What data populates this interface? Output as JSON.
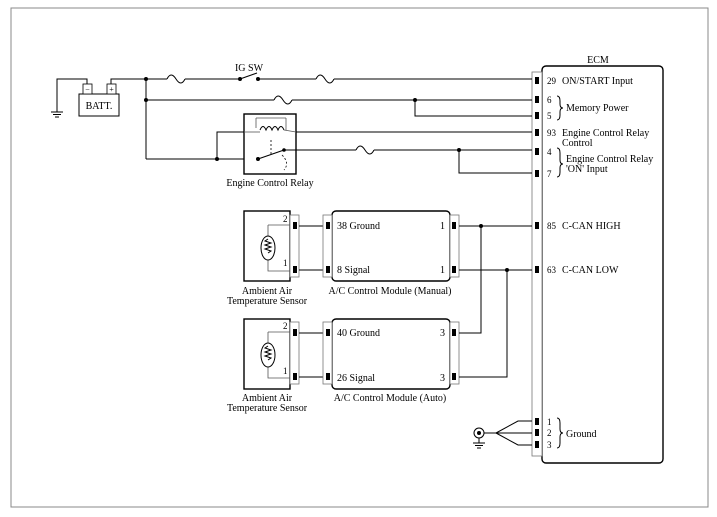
{
  "ecm": {
    "title": "ECM",
    "pins": [
      {
        "num": "29",
        "label": "ON/START Input"
      },
      {
        "num": "6",
        "label": ""
      },
      {
        "num": "5",
        "label": ""
      },
      {
        "num": "93",
        "label": "Engine Control Relay"
      },
      {
        "num": "4",
        "label": ""
      },
      {
        "num": "7",
        "label": ""
      },
      {
        "num": "85",
        "label": "C-CAN HIGH"
      },
      {
        "num": "63",
        "label": "C-CAN LOW"
      },
      {
        "num": "1",
        "label": ""
      },
      {
        "num": "2",
        "label": ""
      },
      {
        "num": "3",
        "label": ""
      }
    ],
    "memory_power": "Memory Power",
    "relay_control_line2": "Control",
    "relay_on_input_line1": "Engine Control Relay",
    "relay_on_input_line2": "'ON' Input",
    "ground": "Ground"
  },
  "battery": {
    "label": "BATT.",
    "plus": "+",
    "minus": "−"
  },
  "ig_switch": {
    "label": "IG SW"
  },
  "relay": {
    "label": "Engine Control Relay"
  },
  "sensors": [
    {
      "line1": "Ambient Air",
      "line2": "Temperature Sensor",
      "pin_top": "2",
      "pin_bottom": "1"
    },
    {
      "line1": "Ambient Air",
      "line2": "Temperature Sensor",
      "pin_top": "2",
      "pin_bottom": "1"
    }
  ],
  "modules": [
    {
      "label": "A/C Control Module (Manual)",
      "left_top": "38 Ground",
      "left_bottom": "8 Signal",
      "right_top": "1",
      "right_bottom": "1"
    },
    {
      "label": "A/C Control Module (Auto)",
      "left_top": "40 Ground",
      "left_bottom": "26 Signal",
      "right_top": "3",
      "right_bottom": "3"
    }
  ]
}
